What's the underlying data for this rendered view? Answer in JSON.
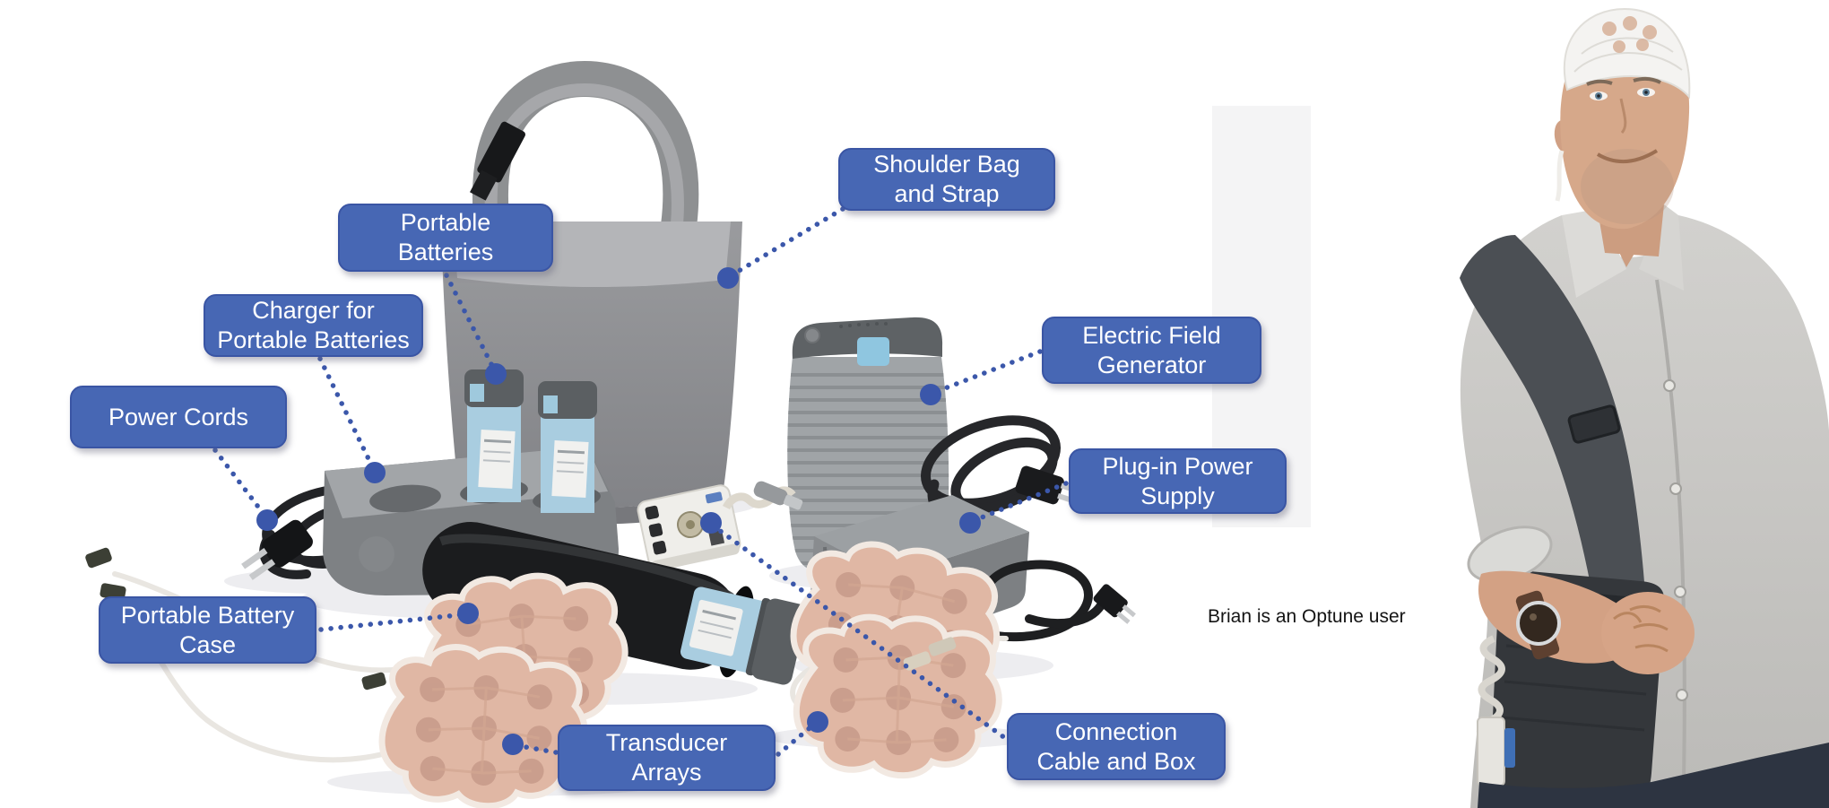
{
  "callouts": [
    {
      "id": "shoulder-bag",
      "line1": "Shoulder Bag",
      "line2": "and Strap"
    },
    {
      "id": "portable-batteries",
      "line1": "Portable",
      "line2": "Batteries"
    },
    {
      "id": "charger",
      "line1": "Charger for",
      "line2": "Portable Batteries"
    },
    {
      "id": "power-cords",
      "line1": "Power Cords",
      "line2": ""
    },
    {
      "id": "electric-field-generator",
      "line1": "Electric Field",
      "line2": "Generator"
    },
    {
      "id": "plug-in-power-supply",
      "line1": "Plug-in Power",
      "line2": "Supply"
    },
    {
      "id": "portable-battery-case",
      "line1": "Portable Battery",
      "line2": "Case"
    },
    {
      "id": "transducer-arrays",
      "line1": "Transducer",
      "line2": "Arrays"
    },
    {
      "id": "connection-cable-box",
      "line1": "Connection",
      "line2": "Cable and Box"
    }
  ],
  "caption": {
    "text": "Brian is an Optune user"
  },
  "colors": {
    "callout_bg": "#4767b4",
    "callout_border": "#3a55a4",
    "callout_text": "#ffffff",
    "leader_line": "#3b57aa",
    "caption_text": "#141414",
    "background": "#ffffff"
  }
}
